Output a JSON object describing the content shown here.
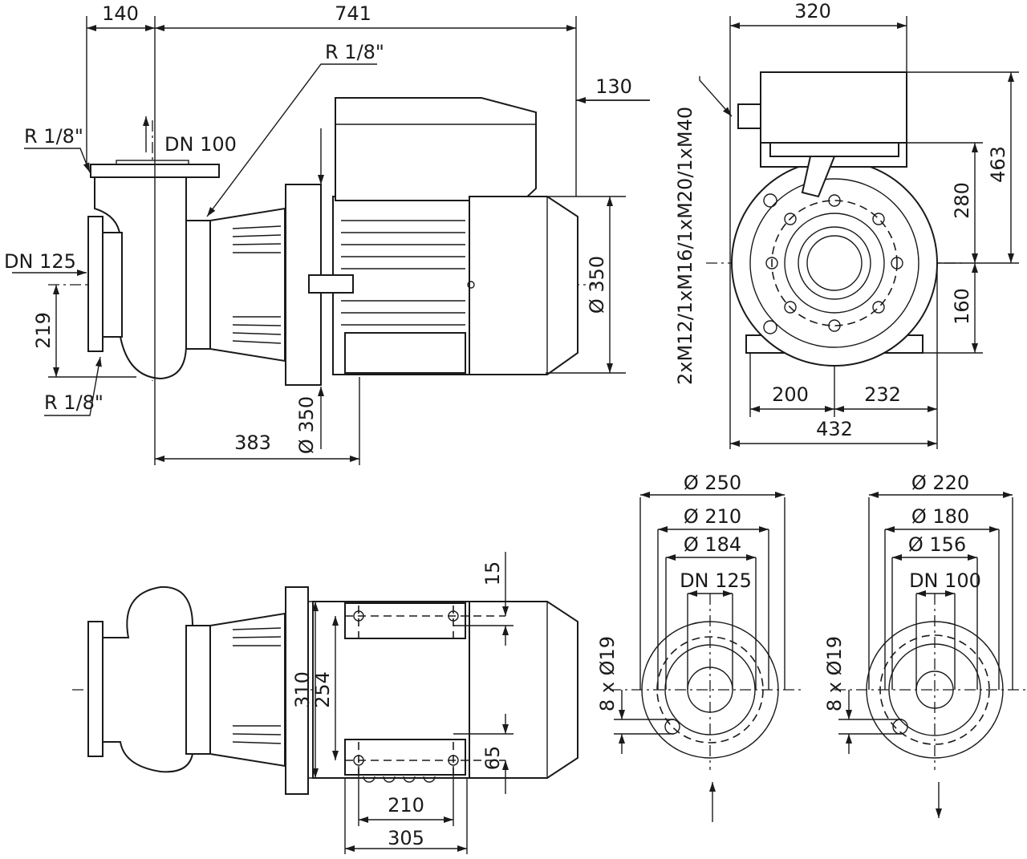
{
  "side_view": {
    "dim_140": "140",
    "dim_741": "741",
    "dim_130": "130",
    "dim_219": "219",
    "dim_383": "383",
    "dia_350_motor": "Ø 350",
    "dia_350_flange": "Ø 350",
    "dn_outlet": "DN 100",
    "dn_inlet": "DN 125",
    "r_top": "R 1/8\"",
    "r_left": "R 1/8\"",
    "r_bottom": "R 1/8\""
  },
  "end_view": {
    "cable_glands": "2xM12/1xM16/1xM20/1xM40",
    "dim_320": "320",
    "dim_463": "463",
    "dim_280": "280",
    "dim_160": "160",
    "dim_200": "200",
    "dim_232": "232",
    "dim_432": "432"
  },
  "top_view": {
    "dim_15": "15",
    "dim_310": "310",
    "dim_254": "254",
    "dim_65": "65",
    "dim_210": "210",
    "dim_305": "305"
  },
  "flange_inlet": {
    "d_outer": "Ø 250",
    "d_bolt": "Ø 210",
    "d_seal": "Ø 184",
    "dn": "DN 125",
    "holes": "8 x Ø19"
  },
  "flange_outlet": {
    "d_outer": "Ø 220",
    "d_bolt": "Ø 180",
    "d_seal": "Ø 156",
    "dn": "DN 100",
    "holes": "8 x Ø19"
  }
}
